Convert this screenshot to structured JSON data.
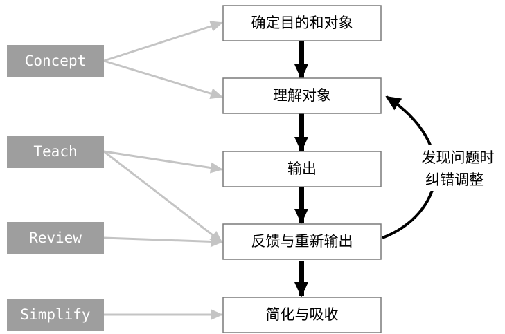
{
  "steps": [
    {
      "id": "s1",
      "label": "确定目的和对象"
    },
    {
      "id": "s2",
      "label": "理解对象"
    },
    {
      "id": "s3",
      "label": "输出"
    },
    {
      "id": "s4",
      "label": "反馈与重新输出"
    },
    {
      "id": "s5",
      "label": "简化与吸收"
    }
  ],
  "tags": [
    {
      "id": "concept",
      "label": "Concept"
    },
    {
      "id": "teach",
      "label": "Teach"
    },
    {
      "id": "review",
      "label": "Review"
    },
    {
      "id": "simplify",
      "label": "Simplify"
    }
  ],
  "feedback_loop": {
    "line1": "发现问题时",
    "line2": "纠错调整"
  },
  "colors": {
    "tag_fill": "#9e9e9e",
    "tag_arrow": "#c4c4c4",
    "flow_arrow": "#000000",
    "box_border": "#7a7a7a"
  }
}
